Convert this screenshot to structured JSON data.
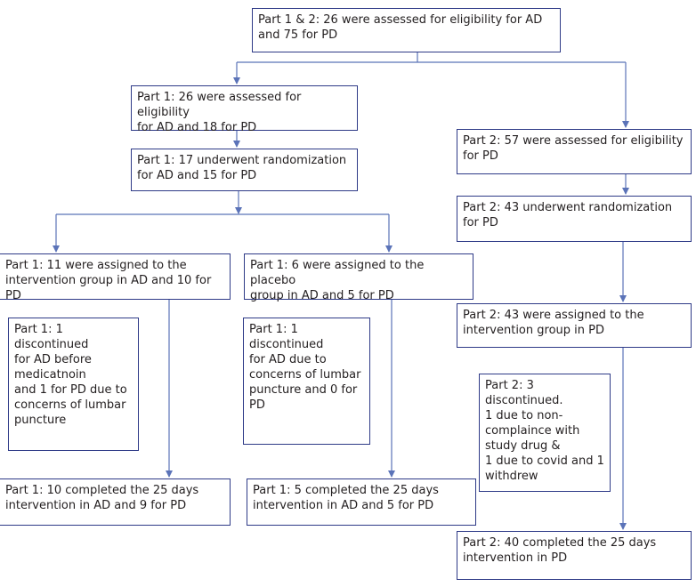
{
  "colors": {
    "box_border": "#2e3a87",
    "arrow": "#5b73b8",
    "text": "#231f20"
  },
  "boxes": {
    "root": "Part 1 & 2: 26 were assessed for eligibility for AD\nand 75 for PD",
    "p1_assessed": "Part 1: 26 were assessed for eligibility\nfor AD and 18 for PD",
    "p1_randomized": "Part 1: 17 underwent randomization\nfor AD and 15 for PD",
    "p1_intervention": "Part 1: 11 were assigned to the\nintervention  group in AD and 10 for PD",
    "p1_placebo": "Part 1: 6 were assigned to the placebo\ngroup in AD and 5 for PD",
    "p1_int_discontinued": "Part 1: 1 discontinued\nfor AD before\nmedicatnoin\nand 1 for PD due to\nconcerns of lumbar\npuncture",
    "p1_pla_discontinued": "Part 1: 1 discontinued\nfor AD due to\nconcerns of  lumbar\npuncture  and 0 for\nPD",
    "p1_int_completed": "Part 1: 10 completed the 25 days\nintervention in AD and 9 for PD",
    "p1_pla_completed": "Part 1: 5 completed the 25 days\nintervention in AD and 5 for PD",
    "p2_assessed": "Part  2: 57 were assessed for eligibility\nfor PD",
    "p2_randomized": "Part 2: 43 underwent randomization\nfor PD",
    "p2_assigned": "Part 2: 43 were assigned to the\nintervention group in PD",
    "p2_discontinued": "Part 2: 3 discontinued.\n1 due to non-\ncomplaince with\nstudy drug &\n1 due to covid and 1\n withdrew",
    "p2_completed": "Part 2: 40 completed the 25 days\nintervention in PD"
  }
}
